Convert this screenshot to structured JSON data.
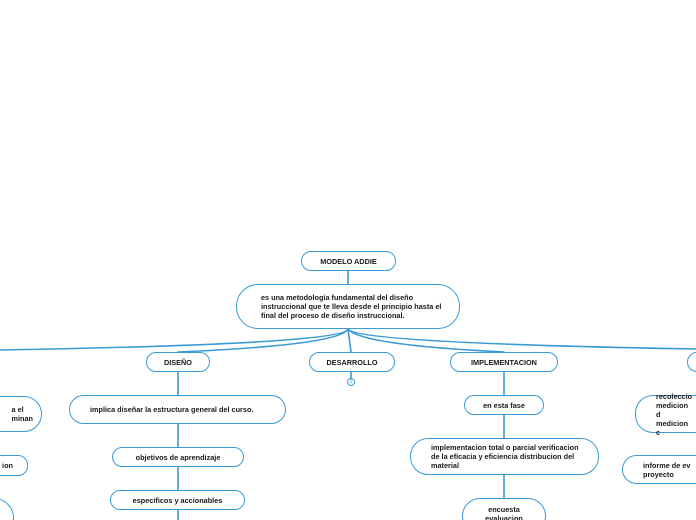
{
  "colors": {
    "line": "#3a9bd5",
    "node_border": "#3a9bd5",
    "text": "#1a1a1a"
  },
  "root": {
    "label": "MODELO ADDIE"
  },
  "definition": {
    "text": "es una metodología fundamental del diseño instruccional que te lleva desde el principio hasta el final del proceso de diseño instruccional."
  },
  "branches": {
    "analisis": {
      "items": [
        "a el",
        "minan",
        "ion"
      ]
    },
    "diseno": {
      "label": "DISEÑO",
      "items": [
        "implica diseñar la estructura general del curso.",
        "objetivos de aprendizaje",
        "especificos y accionables"
      ]
    },
    "desarrollo": {
      "label": "DESARROLLO",
      "collapse_count": "2"
    },
    "implementacion": {
      "label": "IMPLEMENTACION",
      "items": [
        "en esta fase",
        "implementacion total o parcial verificacion de la eficacia y eficiencia distribucion del material",
        "encuesta evaluacion"
      ]
    },
    "evaluacion": {
      "items": [
        "recoleccio medicion d medicion c",
        "informe de ev proyecto"
      ]
    }
  }
}
